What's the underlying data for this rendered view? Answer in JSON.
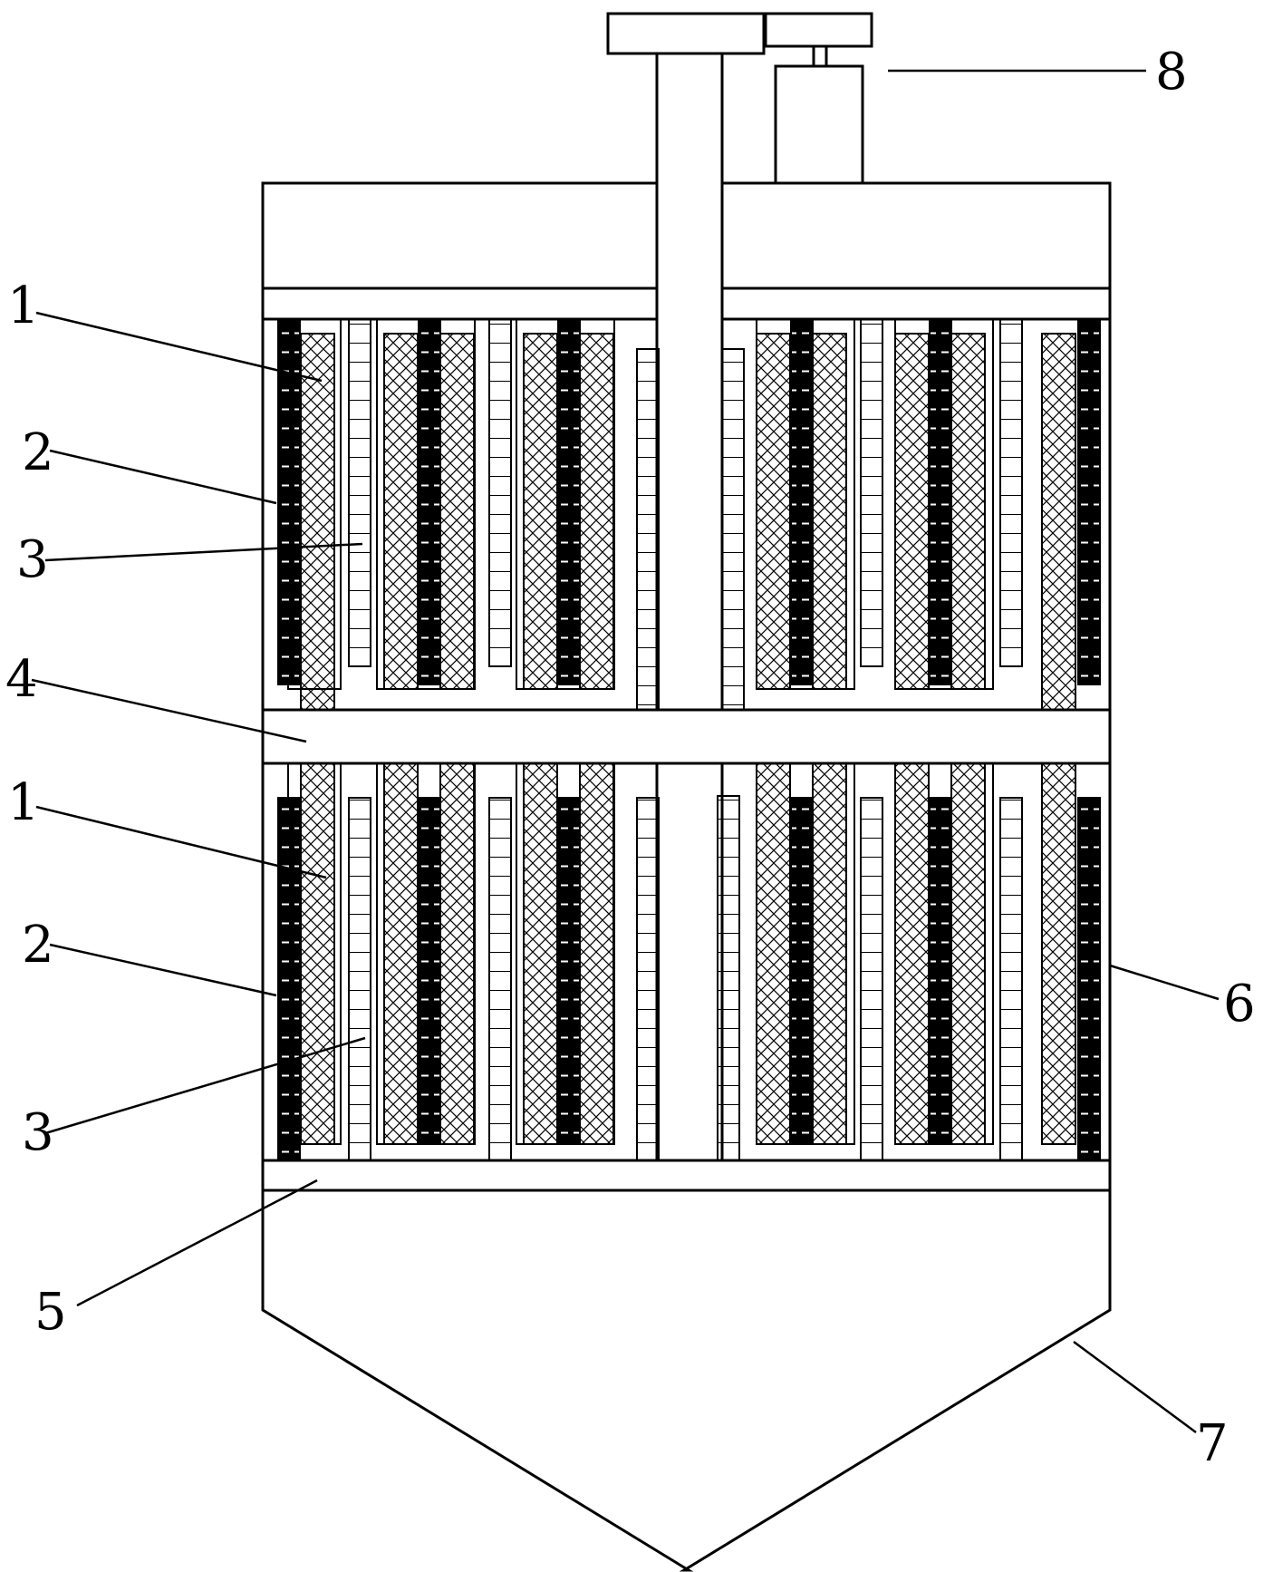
{
  "labels": {
    "l1a": "1",
    "l2a": "2",
    "l3a": "3",
    "l4": "4",
    "l1b": "1",
    "l2b": "2",
    "l3b": "3",
    "l5": "5",
    "l6": "6",
    "l7": "7",
    "l8": "8"
  },
  "colors": {
    "stroke": "#000000",
    "background": "#ffffff"
  }
}
